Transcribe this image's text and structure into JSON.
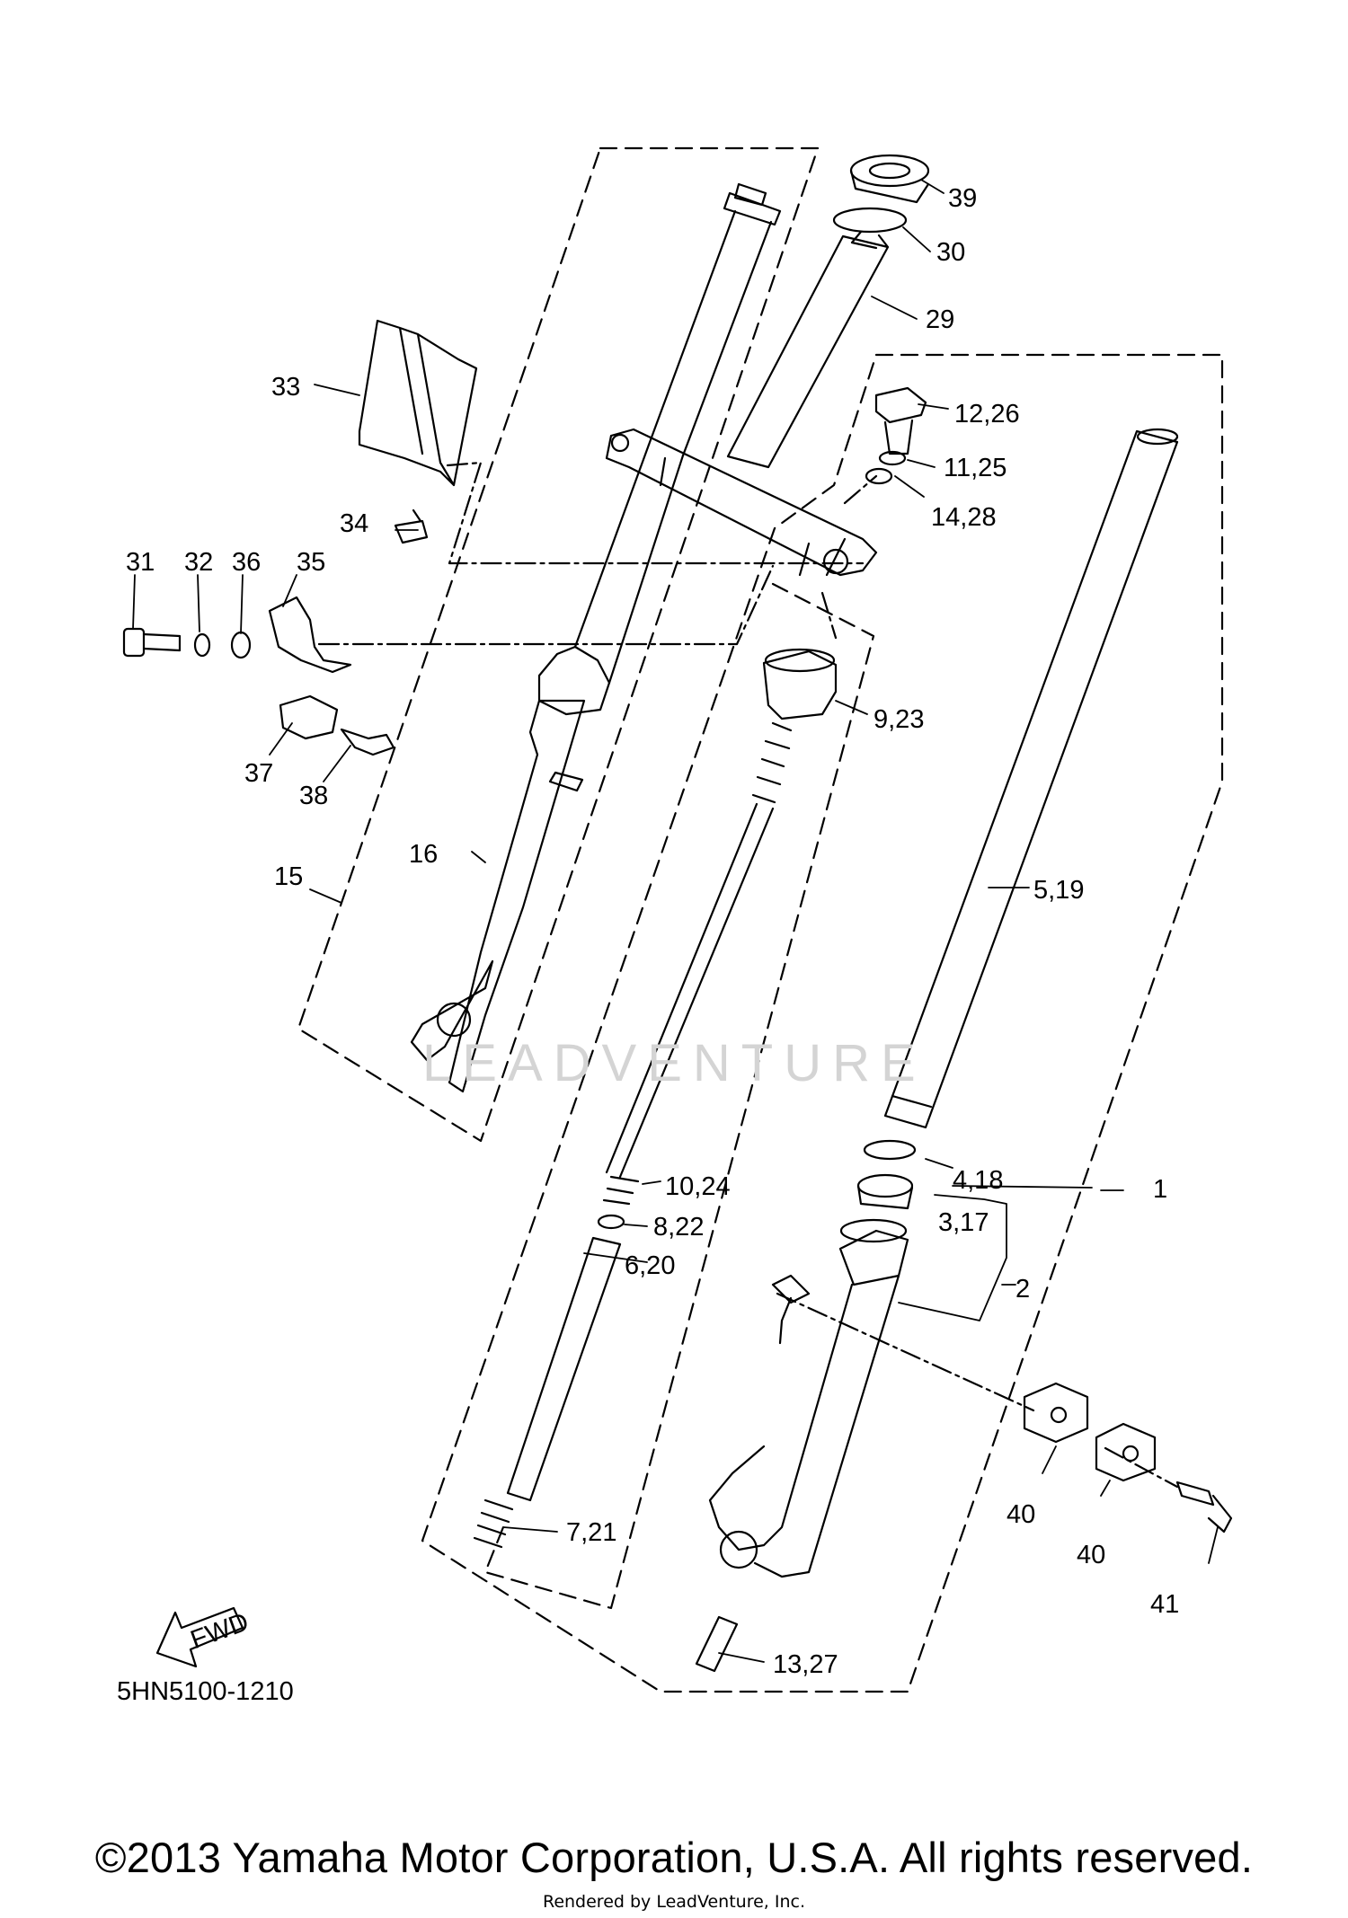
{
  "diagram_code": "5HN5100-1210",
  "fwd_label": "FWD",
  "copyright": "©2013 Yamaha Motor Corporation, U.S.A. All rights reserved.",
  "rendered_by": "Rendered by LeadVenture, Inc.",
  "watermark": "LEADVENTURE",
  "callouts": {
    "c39": "39",
    "c30": "30",
    "c29": "29",
    "c33": "33",
    "c1226": "12,26",
    "c1125": "11,25",
    "c1428": "14,28",
    "c34": "34",
    "c31": "31",
    "c32": "32",
    "c36": "36",
    "c35": "35",
    "c923": "9,23",
    "c37": "37",
    "c38": "38",
    "c16": "16",
    "c15": "15",
    "c519": "5,19",
    "c1": "1",
    "c418": "4,18",
    "c1024": "10,24",
    "c317": "3,17",
    "c822": "8,22",
    "c2": "2",
    "c620": "6,20",
    "c40a": "40",
    "c40b": "40",
    "c41": "41",
    "c721": "7,21",
    "c1327": "13,27"
  }
}
